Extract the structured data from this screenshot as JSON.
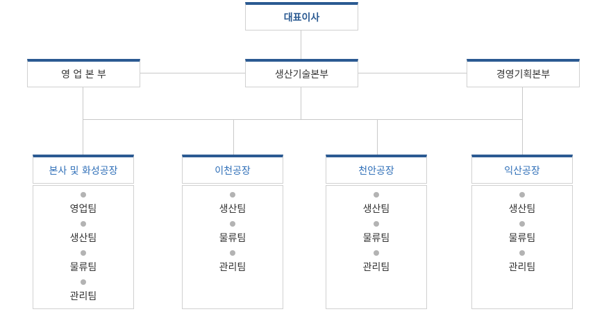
{
  "ceo": "대표이사",
  "divisions": [
    "영 업 본 부",
    "생산기술본부",
    "경영기획본부"
  ],
  "plants": [
    {
      "name": "본사 및 화성공장",
      "teams": [
        "영업팀",
        "생산팀",
        "물류팀",
        "관리팀"
      ]
    },
    {
      "name": "이천공장",
      "teams": [
        "생산팀",
        "물류팀",
        "관리팀"
      ]
    },
    {
      "name": "천안공장",
      "teams": [
        "생산팀",
        "물류팀",
        "관리팀"
      ]
    },
    {
      "name": "익산공장",
      "teams": [
        "생산팀",
        "물류팀",
        "관리팀"
      ]
    }
  ],
  "colors": {
    "accent": "#2b5a92",
    "plant_text": "#2f6fb8",
    "connector": "#c8c8c8",
    "dot": "#b3b3b3"
  }
}
